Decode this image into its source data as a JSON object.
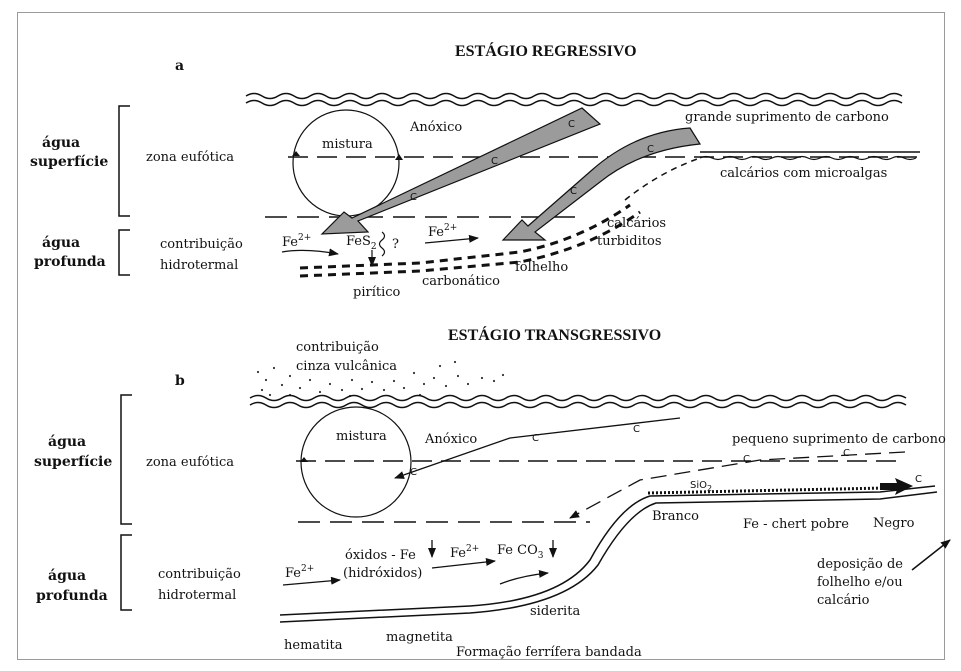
{
  "panel_a": {
    "letter": "a",
    "title": "ESTÁGIO REGRESSIVO",
    "agua_superficie": [
      "água",
      "superfície"
    ],
    "agua_profunda": [
      "água",
      "profunda"
    ],
    "zona_eufotica": "zona eufótica",
    "mistura": "mistura",
    "anoxico": "Anóxico",
    "grande_suprimento": "grande suprimento de carbono",
    "calcarios_microalgas": "calcários com microalgas",
    "calcarios_turbiditos": [
      "calcários",
      "turbiditos"
    ],
    "contribuicao_hidrotermal": [
      "contribuição",
      "hidrotermal"
    ],
    "fe2": "Fe",
    "fe2_sup": "2+",
    "fes2": "FeS",
    "fes2_sub": "2",
    "question": "?",
    "piritico": "pirítico",
    "carbonatico": "carbonático",
    "folhelho": "folhelho",
    "carbon_label": "C"
  },
  "panel_b": {
    "letter": "b",
    "title": "ESTÁGIO TRANSGRESSIVO",
    "contribuicao_cinza": [
      "contribuição",
      "cinza vulcânica"
    ],
    "agua_superficie": [
      "água",
      "superfície"
    ],
    "agua_profunda": [
      "água",
      "profunda"
    ],
    "zona_eufotica": "zona eufótica",
    "mistura": "mistura",
    "anoxico": "Anóxico",
    "pequeno_suprimento": "pequeno suprimento de carbono",
    "contribuicao_hidrotermal": [
      "contribuição",
      "hidrotermal"
    ],
    "fe2": "Fe",
    "fe2_sup": "2+",
    "oxidos": [
      "óxidos - Fe",
      "(hidróxidos)"
    ],
    "feco3": "Fe CO",
    "feco3_sub": "3",
    "sio2": "SiO",
    "sio2_sub": "2",
    "branco": "Branco",
    "fe_chert": "Fe - chert pobre",
    "negro": "Negro",
    "deposicao": [
      "deposição de",
      "folhelho e/ou",
      "calcário"
    ],
    "siderita": "siderita",
    "hematita": "hematita",
    "magnetita": "magnetita",
    "formacao": "Formação ferrífera bandada",
    "carbon_label": "C"
  }
}
